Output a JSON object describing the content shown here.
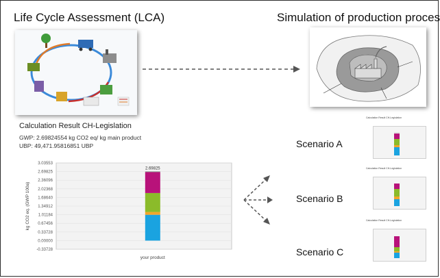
{
  "titles": {
    "left": "Life Cycle Assessment (LCA)",
    "right": "Simulation of production processes"
  },
  "calc": {
    "title": "Calculation Result CH-Legislation",
    "gwp": "GWP: 2.69824554 kg CO2 eq/ kg main product",
    "ubp": "UBP: 49,471.95816851 UBP"
  },
  "chart_data": {
    "type": "bar",
    "categories": [
      "your product"
    ],
    "ylabel": "kg CO2 eq. (GWP 100a)",
    "ylim": [
      -0.33728,
      3.03553
    ],
    "yticks": [
      "3.03553",
      "2.69825",
      "2.36096",
      "2.02368",
      "1.68640",
      "1.34912",
      "1.01184",
      "0.67456",
      "0.33728",
      "0.00000",
      "-0.33728"
    ],
    "total_label": "2.69825",
    "stack": [
      {
        "value": 1.01,
        "color": "#1aa3e0"
      },
      {
        "value": 0.11,
        "color": "#f2a62a"
      },
      {
        "value": 0.74,
        "color": "#8bbb2a"
      },
      {
        "value": 0.82,
        "color": "#b8127a"
      },
      {
        "value": 0.02,
        "color": "#6a6a6a"
      }
    ]
  },
  "scenarios": [
    {
      "label": "Scenario A",
      "mini_title": "Calculation Result CH-Legislation"
    },
    {
      "label": "Scenario B",
      "mini_title": "Calculation Result CH-Legislation"
    },
    {
      "label": "Scenario C",
      "mini_title": "Calculation Result CH-Legislation"
    }
  ],
  "colors": {
    "blue": "#1aa3e0",
    "green": "#8bbb2a",
    "orange": "#f2a62a",
    "magenta": "#b8127a",
    "arrow": "#555555"
  }
}
